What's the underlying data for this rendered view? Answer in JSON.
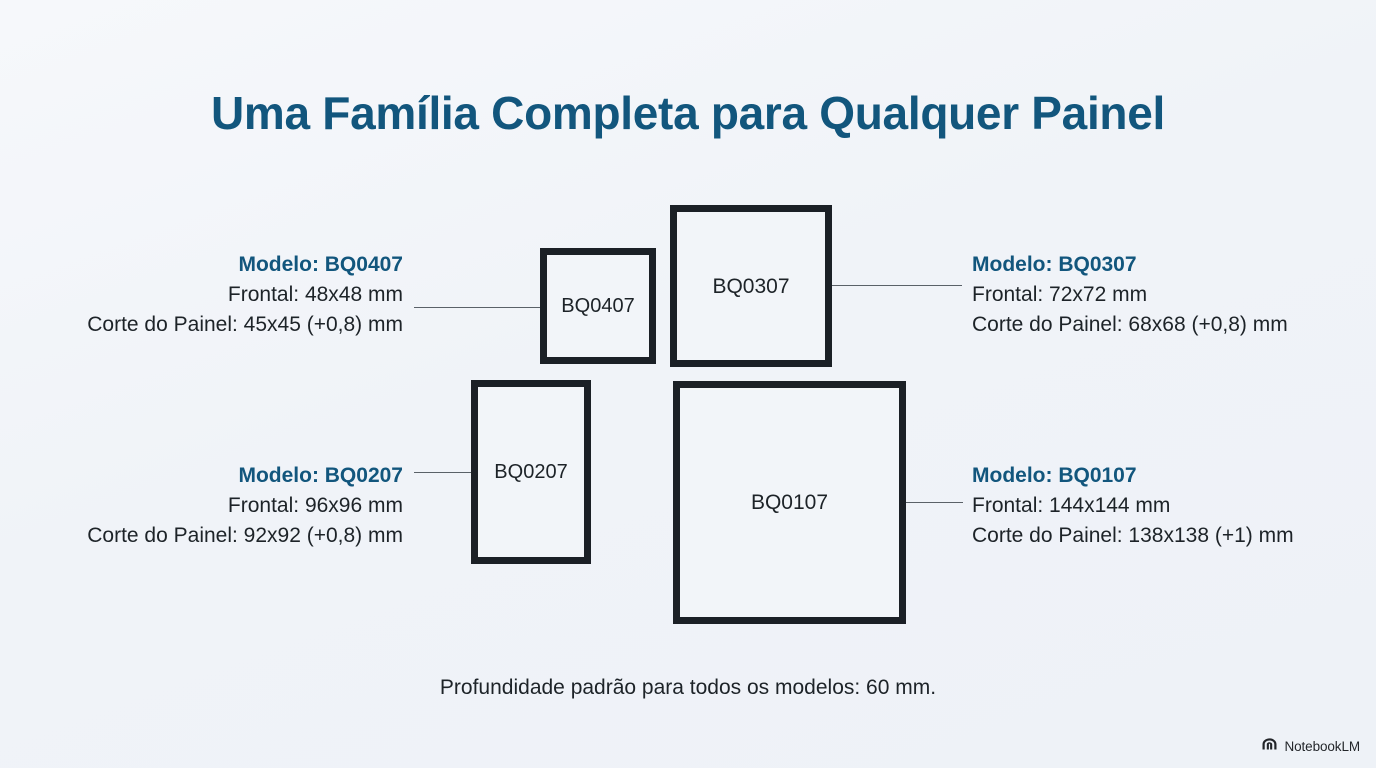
{
  "title": "Uma Família Completa para Qualquer Painel",
  "colors": {
    "background": "#f1f4f8",
    "title": "#12567d",
    "model_label": "#12567d",
    "body_text": "#1d2328",
    "panel_border": "#1b2026",
    "panel_fill": "#f2f5f9",
    "connector": "#5a6168"
  },
  "panels": [
    {
      "id": "bq0407",
      "label": "BQ0407",
      "side": "left",
      "frontal_mm": "48x48",
      "panel_cut_mm": "45x45 (+0,8)"
    },
    {
      "id": "bq0307",
      "label": "BQ0307",
      "side": "right",
      "frontal_mm": "72x72",
      "panel_cut_mm": "68x68 (+0,8)"
    },
    {
      "id": "bq0207",
      "label": "BQ0207",
      "side": "left",
      "frontal_mm": "96x96",
      "panel_cut_mm": "92x92 (+0,8)"
    },
    {
      "id": "bq0107",
      "label": "BQ0107",
      "side": "right",
      "frontal_mm": "144x144",
      "panel_cut_mm": "138x138 (+1)"
    }
  ],
  "callouts": {
    "bq0407": {
      "model": "Modelo: BQ0407",
      "frontal": "Frontal: 48x48 mm",
      "cut": "Corte do Painel: 45x45 (+0,8) mm"
    },
    "bq0307": {
      "model": "Modelo: BQ0307",
      "frontal": "Frontal: 72x72 mm",
      "cut": "Corte do Painel: 68x68 (+0,8) mm"
    },
    "bq0207": {
      "model": "Modelo: BQ0207",
      "frontal": "Frontal: 96x96 mm",
      "cut": "Corte do Painel: 92x92 (+0,8) mm"
    },
    "bq0107": {
      "model": "Modelo: BQ0107",
      "frontal": "Frontal: 144x144 mm",
      "cut": "Corte do Painel: 138x138 (+1) mm"
    }
  },
  "footnote": "Profundidade padrão para todos os modelos: 60 mm.",
  "watermark": {
    "icon": "notebooklm-icon",
    "text": "NotebookLM"
  }
}
